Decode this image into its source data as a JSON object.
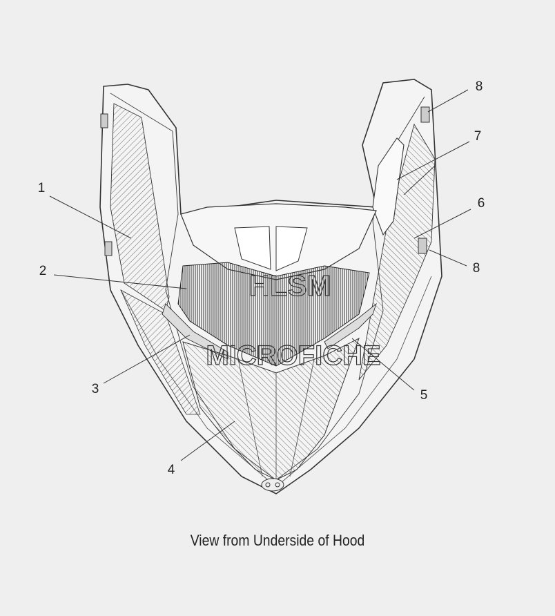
{
  "caption": "View from Underside of Hood",
  "watermark": {
    "line1": "HLSM",
    "line2": "MICROFICHE"
  },
  "callouts": [
    {
      "id": "1",
      "label": "1"
    },
    {
      "id": "2",
      "label": "2"
    },
    {
      "id": "3",
      "label": "3"
    },
    {
      "id": "4",
      "label": "4"
    },
    {
      "id": "5",
      "label": "5"
    },
    {
      "id": "6",
      "label": "6"
    },
    {
      "id": "7",
      "label": "7"
    },
    {
      "id": "8a",
      "label": "8"
    },
    {
      "id": "8b",
      "label": "8"
    }
  ]
}
